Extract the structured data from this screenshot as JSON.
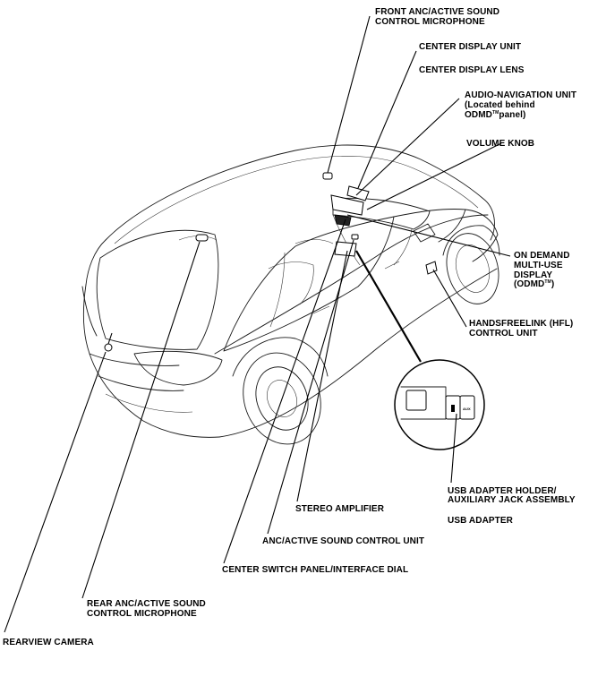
{
  "labels": {
    "front_anc_mic_1": "FRONT ANC/ACTIVE SOUND",
    "front_anc_mic_2": "CONTROL MICROPHONE",
    "center_display_unit": "CENTER DISPLAY UNIT",
    "center_display_lens": "CENTER DISPLAY LENS",
    "audio_nav_1": "AUDIO-NAVIGATION UNIT",
    "audio_nav_2": "(Located behind",
    "audio_nav_3a": "ODMD",
    "audio_nav_3tm": "TM",
    "audio_nav_3b": "panel)",
    "volume_knob": "VOLUME KNOB",
    "odmd_1": "ON DEMAND",
    "odmd_2": "MULTI-USE",
    "odmd_3": "DISPLAY",
    "odmd_4a": "(ODMD",
    "odmd_4tm": "TM",
    "odmd_4b": ")",
    "hfl_1": "HANDSFREELINK (HFL)",
    "hfl_2": "CONTROL UNIT",
    "usb_holder_1": "USB ADAPTER HOLDER/",
    "usb_holder_2": "AUXILIARY JACK ASSEMBLY",
    "usb_adapter": "USB ADAPTER",
    "stereo_amp": "STEREO AMPLIFIER",
    "anc_unit": "ANC/ACTIVE SOUND CONTROL UNIT",
    "center_switch": "CENTER SWITCH PANEL/INTERFACE DIAL",
    "rear_anc_1": "REAR ANC/ACTIVE SOUND",
    "rear_anc_2": "CONTROL MICROPHONE",
    "rearview_camera": "REARVIEW CAMERA",
    "aux_marking": "AUX"
  }
}
